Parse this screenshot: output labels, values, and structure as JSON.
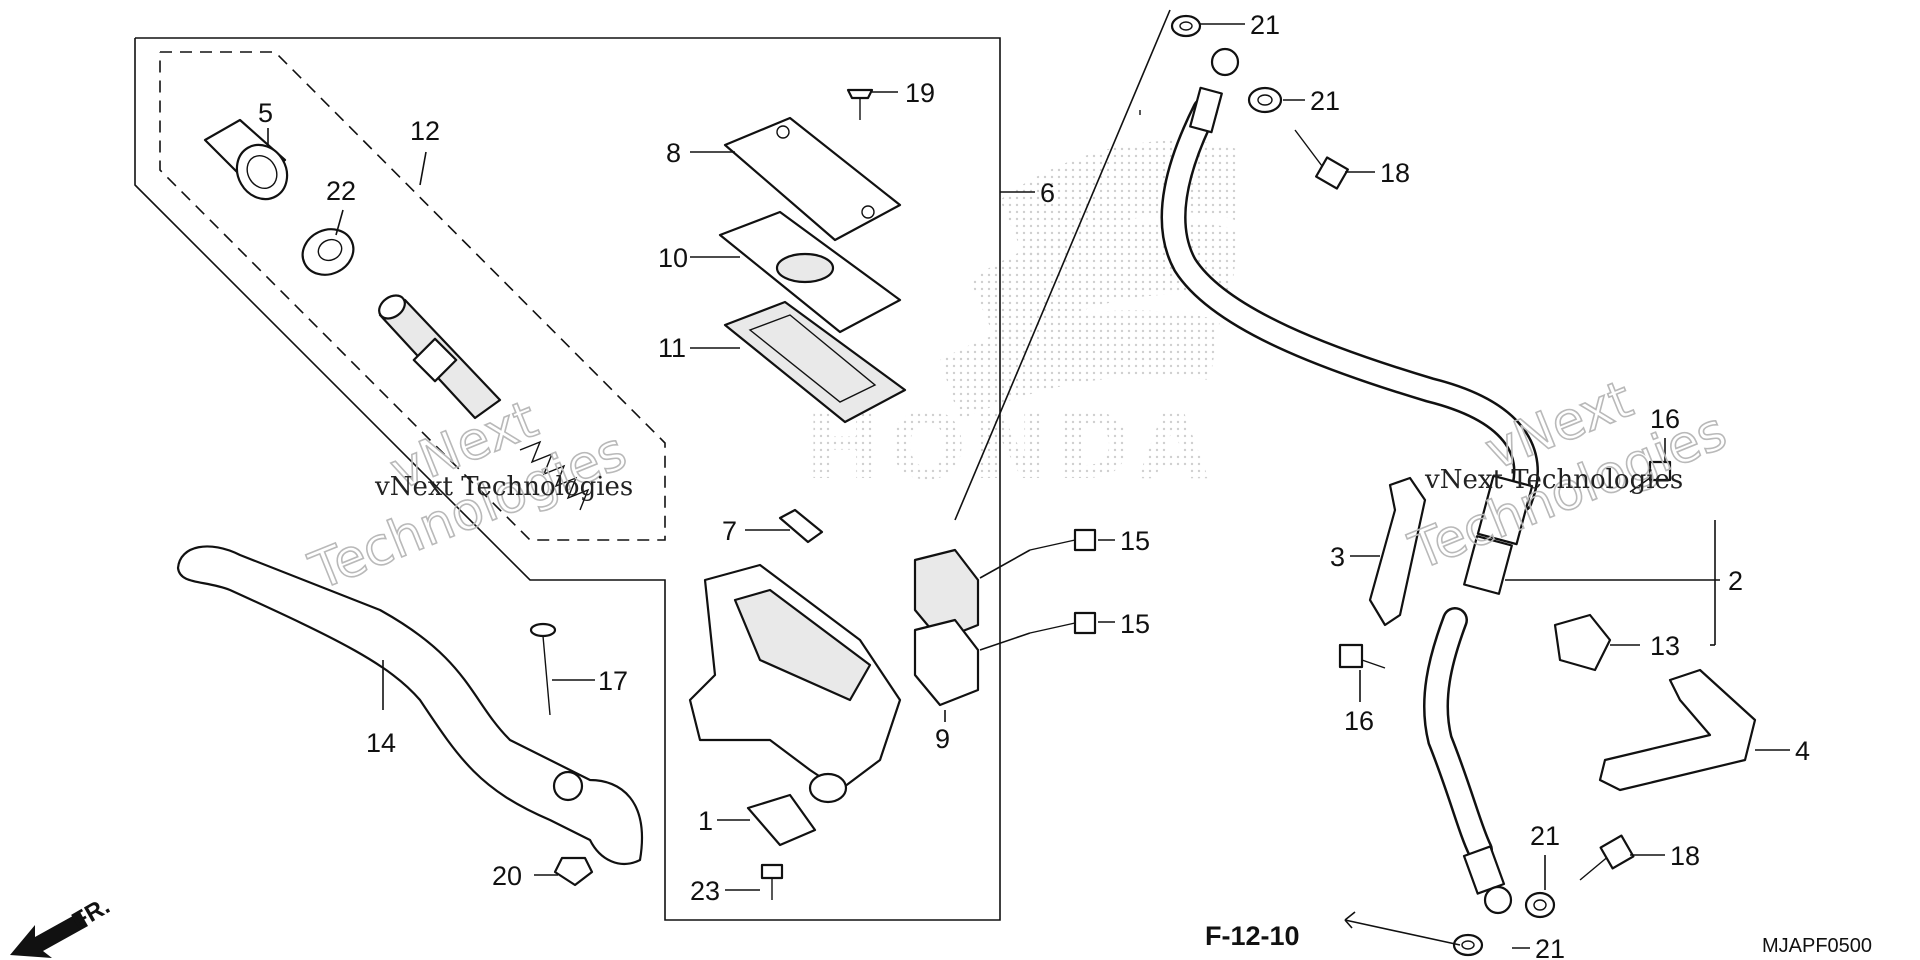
{
  "callouts": {
    "c1": "1",
    "c2": "2",
    "c3": "3",
    "c4": "4",
    "c5": "5",
    "c6": "6",
    "c7": "7",
    "c8": "8",
    "c9": "9",
    "c10": "10",
    "c11": "11",
    "c12": "12",
    "c13": "13",
    "c14": "14",
    "c15a": "15",
    "c15b": "15",
    "c16a": "16",
    "c16b": "16",
    "c17": "17",
    "c18a": "18",
    "c18b": "18",
    "c19": "19",
    "c20": "20",
    "c21a": "21",
    "c21b": "21",
    "c21c": "21",
    "c21d": "21",
    "c22": "22",
    "c23": "23"
  },
  "reference": "F-12-10",
  "front_marker": "FR.",
  "diagram_code": "MJAPF0500",
  "watermarks": {
    "vnext_top_left": "vNext",
    "tech_left": "Technologies",
    "tagline_left": "vNext Technologies",
    "vnext_right": "vNext",
    "tech_right": "Technologies",
    "tagline_right": "vNext Technologies",
    "brand": "HONDA"
  }
}
